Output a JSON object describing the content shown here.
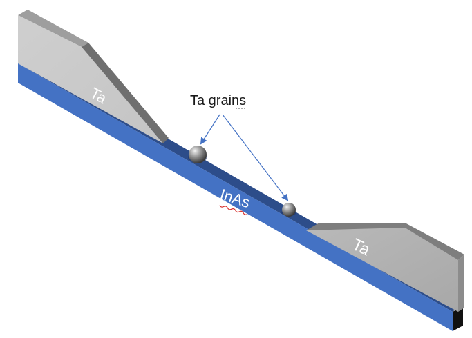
{
  "annotation": {
    "label": "Ta grains"
  },
  "regions": {
    "left_contact": "Ta",
    "right_contact": "Ta",
    "channel": "InAs"
  },
  "colors": {
    "background": "#ffffff",
    "inas_top": "#2d4d8a",
    "inas_front": "#4472c4",
    "inas_end": "#111111",
    "ta_top": "#d3d3d3",
    "ta_front": "#bdbdbd",
    "ta_slope": "#6f6f6f",
    "arrow": "#4472c4",
    "label_on_ta": "#ffffff",
    "spellcheck_underline": "#d9302c"
  },
  "icons": {
    "grain": "sphere-grain-icon",
    "arrowhead": "arrowhead-icon"
  }
}
